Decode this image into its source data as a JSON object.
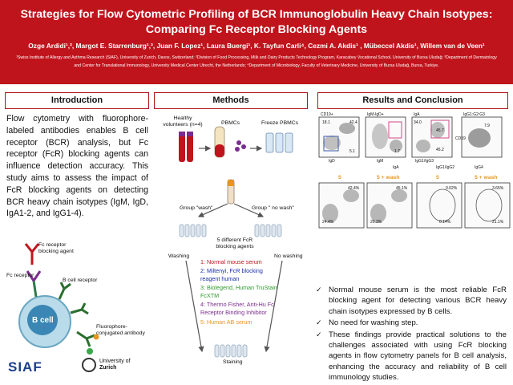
{
  "header": {
    "title_line1": "Strategies for Flow Cytometric Profiling of BCR Immunoglobulin Heavy Chain Isotypes:",
    "title_line2": "Comparing Fc Receptor Blocking Agents",
    "authors": "Ozge Ardidi¹,², Margot E. Starrenburg¹,³, Juan F. Lopez¹, Laura Buergi¹, K. Tayfun Carli⁴, Cezmi A. Akdis¹ , Mübeccel Akdis¹, Willem van de Veen¹",
    "affiliations": "¹Swiss Institute of Allergy and Asthma Research (SIAF), University of Zurich, Davos, Switzerland; ²Division of Food Processing, Milk and Dairy Products Technology Program, Karacabey Vocational School, University of Bursa Uludağ; ³Department of Dermatology and Center for Translational Immunology, University Medical Center Utrecht, the Netherlands; ⁴Department of Microbiology, Faculty of Veterinary Medicine, University of Bursa Uludağ, Bursa, Turkiye."
  },
  "sections": {
    "intro": "Introduction",
    "methods": "Methods",
    "results": "Results and Conclusion"
  },
  "intro_text": "Flow cytometry with fluorophore-labeled antibodies enables B cell receptor (BCR) analysis, but Fc receptor (FcR) blocking agents can influence detection accuracy. This study aims to assess the impact of FcR blocking agents on detecting BCR heavy chain isotypes (IgM, IgD, IgA1-2, and IgG1-4).",
  "bcell_diagram": {
    "fc_blocking": "Fc receptor blocking agent",
    "fc_receptor": "Fc receptor",
    "b_cell_receptor": "B cell receptor",
    "b_cell": "B cell",
    "fluoro_antibody": "Fluorophore-conjugated antibody",
    "logo_siaf": "SIAF",
    "logo_uzh_line1": "University of",
    "logo_uzh_line2": "Zurich"
  },
  "methods": {
    "healthy_volunteers": "Healthy volunteers (n=4)",
    "pbmcs": "PBMCs",
    "freeze_pbmcs": "Freeze PBMCs",
    "group_wash": "Group \"wash\"",
    "group_no_wash": "Group \" no wash\"",
    "different_fcr": "5 different FcR blocking agents",
    "washing": "Washing",
    "no_washing": "No washing",
    "staining": "Staining",
    "reagents": [
      {
        "text": "1: Normal mouse serum",
        "color": "#c0141c"
      },
      {
        "text": "2: Miltenyi, FcR blocking reagent human",
        "color": "#1b2fa8"
      },
      {
        "text": "3: Biolegend, Human TruStain FcXTM",
        "color": "#2e9a2e"
      },
      {
        "text": "4: Thermo Fisher, Anti-Hu Fc Receptor Binding Inhibitor",
        "color": "#7a2d8e"
      },
      {
        "text": "5: Human AB serum",
        "color": "#e6961e"
      }
    ]
  },
  "results": {
    "plot_labels": [
      "CD19+",
      "IgM-IgD+",
      "IgA",
      "IgG1:G2:G3"
    ],
    "axis_labels": [
      "IgD",
      "IgM",
      "IgG1/IgG3",
      "IgA",
      "IgG1/IgG2",
      "IgG4",
      "CD19"
    ],
    "small_values": [
      "42.4",
      "5.1",
      "18.1",
      "1.7",
      "34.0",
      "45.7",
      "45.2",
      "7.9"
    ],
    "row2_labels": [
      "5",
      "5 + wash",
      "5",
      "5 + wash"
    ],
    "row2_values": [
      "42.4%",
      "45.1%",
      "24.4%",
      "20.3%",
      "0.02%",
      "3.65%",
      "0.14%",
      "21.1%"
    ]
  },
  "conclusions": [
    "Normal mouse serum is the most reliable FcR blocking agent for detecting various BCR heavy chain isotypes expressed by B cells.",
    "No need for washing step.",
    "These findings provide practical solutions to the challenges associated with using FcR blocking agents in flow cytometry panels for B cell analysis, enhancing the accuracy and reliability of B cell immunology studies."
  ],
  "colors": {
    "header_bg": "#c0141c",
    "section_border": "#b01218",
    "accent_orange": "#e6961e",
    "plot_box_blue": "#3a5aa8",
    "plot_box_pink": "#d04a8a"
  },
  "icons": [
    "checkmark-icon",
    "blood-tube-icon",
    "cryovial-icon",
    "test-tube-icon",
    "antibody-icon",
    "b-cell-icon"
  ]
}
